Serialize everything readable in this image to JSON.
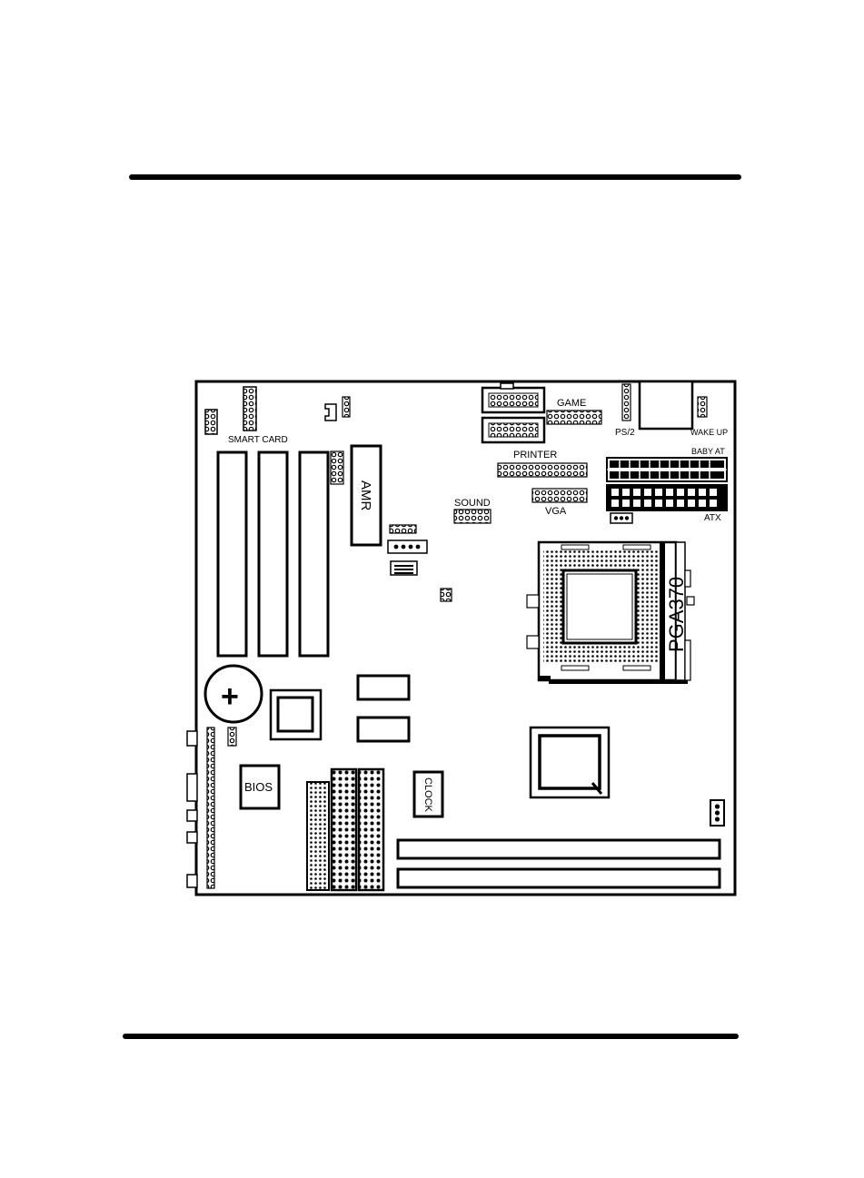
{
  "labels": {
    "smart_card": "SMART CARD",
    "game": "GAME",
    "ps2": "PS/2",
    "wakeup": "WAKE UP",
    "printer": "PRINTER",
    "baby_at": "BABY AT",
    "amr": "AMR",
    "sound": "SOUND",
    "vga": "VGA",
    "atx": "ATX",
    "pga370": "PGA370",
    "bios": "BIOS",
    "clock": "CLOCK"
  },
  "battery_symbol": "+"
}
